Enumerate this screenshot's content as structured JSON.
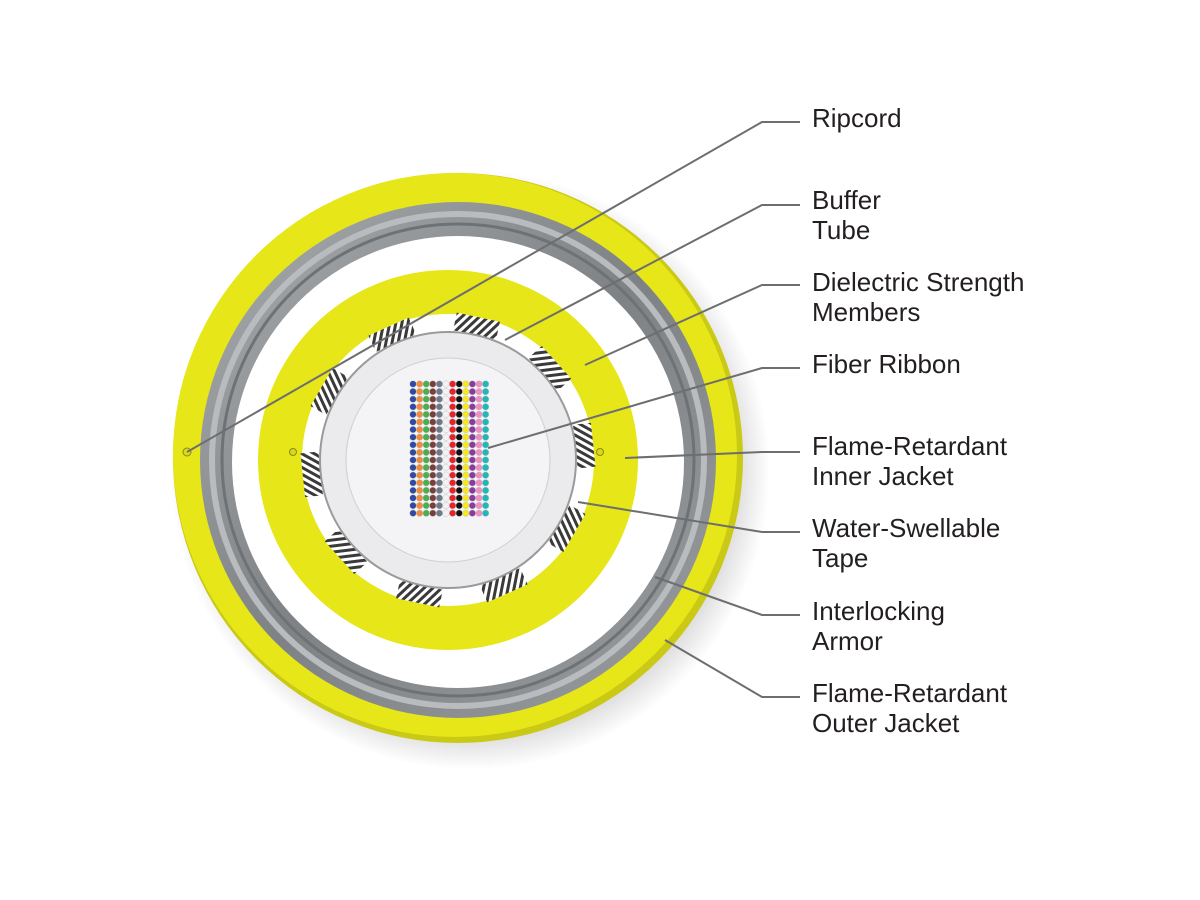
{
  "diagram": {
    "title": "Armored fiber optic cable cross-section",
    "colors": {
      "yellow": "#e6e619",
      "armor": "#8e9194",
      "armor_light": "#b9bcbe",
      "buffer": "#ebebee",
      "leader": "#6d6e70",
      "text": "#231f20"
    },
    "ribbon_colors": [
      "#2e4aa3",
      "#f08a3c",
      "#4cae4c",
      "#7a3f3a",
      "#6f7888",
      "#f2f2f2",
      "#e8222a",
      "#111111",
      "#f2ea1c",
      "#8a3ba0",
      "#ef8fc0",
      "#1fb7b7"
    ],
    "ribbon_rows": 18,
    "labels": [
      {
        "id": "ripcord",
        "text": "Ripcord"
      },
      {
        "id": "buffer-tube",
        "text": "Buffer\nTube"
      },
      {
        "id": "dielectric-strength-members",
        "text": "Dielectric Strength\nMembers"
      },
      {
        "id": "fiber-ribbon",
        "text": "Fiber Ribbon"
      },
      {
        "id": "inner-jacket",
        "text": "Flame-Retardant\nInner Jacket"
      },
      {
        "id": "water-swellable-tape",
        "text": "Water-Swellable\nTape"
      },
      {
        "id": "interlocking-armor",
        "text": "Interlocking\nArmor"
      },
      {
        "id": "outer-jacket",
        "text": "Flame-Retardant\nOuter Jacket"
      }
    ]
  }
}
